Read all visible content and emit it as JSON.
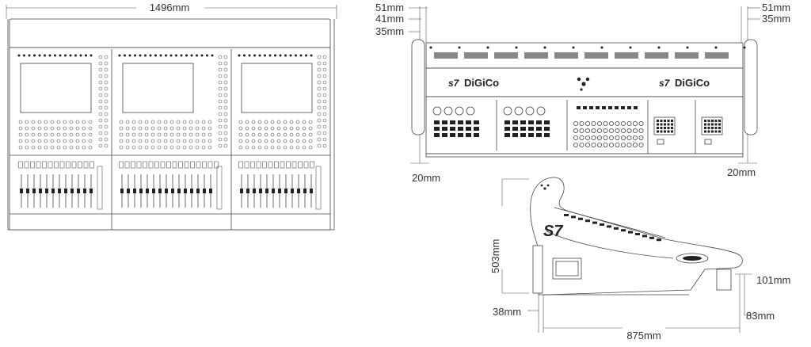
{
  "dimensions": {
    "top_width": "1496mm",
    "rear_left_51": "51mm",
    "rear_left_41": "41mm",
    "rear_left_35": "35mm",
    "rear_right_51": "51mm",
    "rear_right_35": "35mm",
    "rear_left_20": "20mm",
    "rear_right_20": "20mm",
    "side_height": "503mm",
    "side_101": "101mm",
    "side_38": "38mm",
    "side_83": "83mm",
    "side_depth": "875mm"
  },
  "branding": {
    "logo_left": "DiGiCo",
    "logo_right": "DiGiCo",
    "model": "S7"
  },
  "colors": {
    "line": "#444444",
    "fill": "#ffffff",
    "text": "#333333"
  }
}
